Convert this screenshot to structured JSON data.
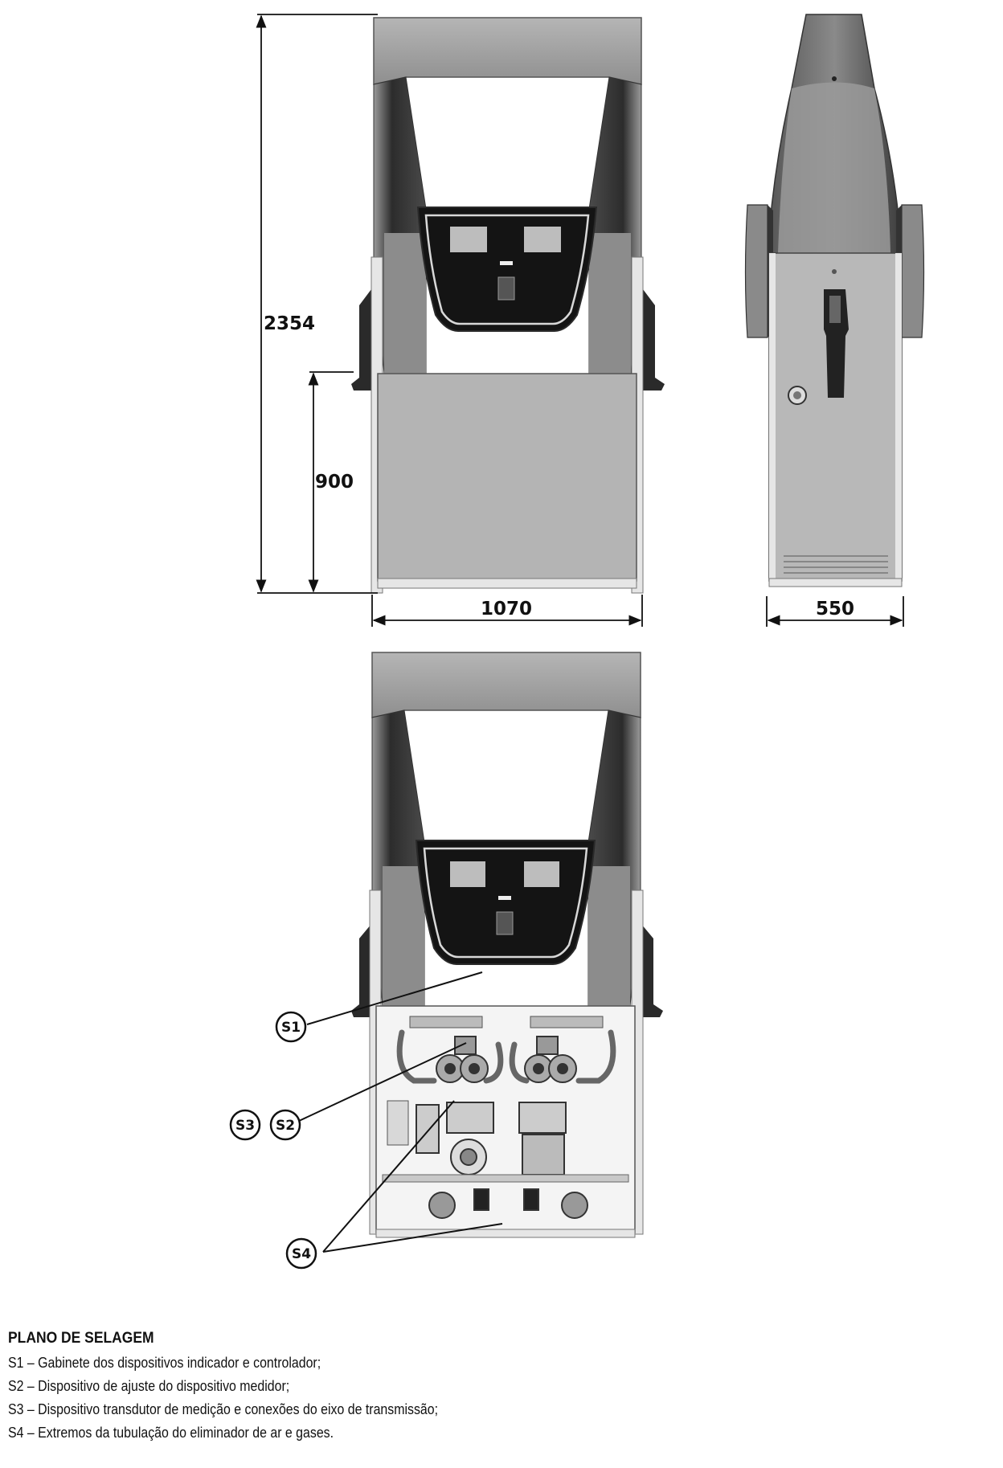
{
  "dimensions": {
    "height_total": "2354",
    "height_base": "900",
    "width_front": "1070",
    "width_side": "550"
  },
  "callouts": {
    "s1": "S1",
    "s2": "S2",
    "s3": "S3",
    "s4": "S4"
  },
  "legend": {
    "title": "PLANO DE SELAGEM",
    "items": [
      "S1 – Gabinete dos dispositivos  indicador e controlador;",
      "S2 – Dispositivo  de ajuste do dispositivo  medidor;",
      "S3 – Dispositivo  transdutor de medição  e conexões  do eixo  de transmissão;",
      "S4 – Extremos da tubulação  do eliminador  de ar e gases."
    ]
  },
  "colors": {
    "canopy": "#a9a9a9",
    "pillar_dark": "#3a3a3a",
    "pillar_light": "#8a8a8a",
    "panel": "#b4b4b4",
    "display_bezel": "#151515",
    "line": "#111111"
  }
}
